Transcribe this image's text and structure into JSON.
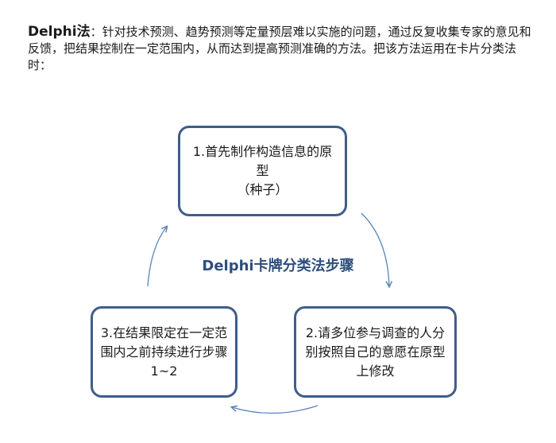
{
  "intro": {
    "term": "Delphi法",
    "text": "：针对技术预测、趋势预测等定量预层难以实施的问题，通过反复收集专家的意见和反馈，把结果控制在一定范围内，从而达到提高预测准确的方法。把该方法运用在卡片分类法时："
  },
  "diagram": {
    "title": "Delphi卡牌分类法步骤",
    "steps": [
      {
        "label": "1.首先制作构造信息的原型\n（种子）"
      },
      {
        "label": "2.请多位参与调查的人分别按照自己的意愿在原型上修改"
      },
      {
        "label": "3.在结果限定在一定范围内之前持续进行步骤1~2"
      }
    ],
    "colors": {
      "box_border": "#3f5d8a",
      "arrow": "#5b84b8",
      "title": "#2e4d7b"
    }
  }
}
